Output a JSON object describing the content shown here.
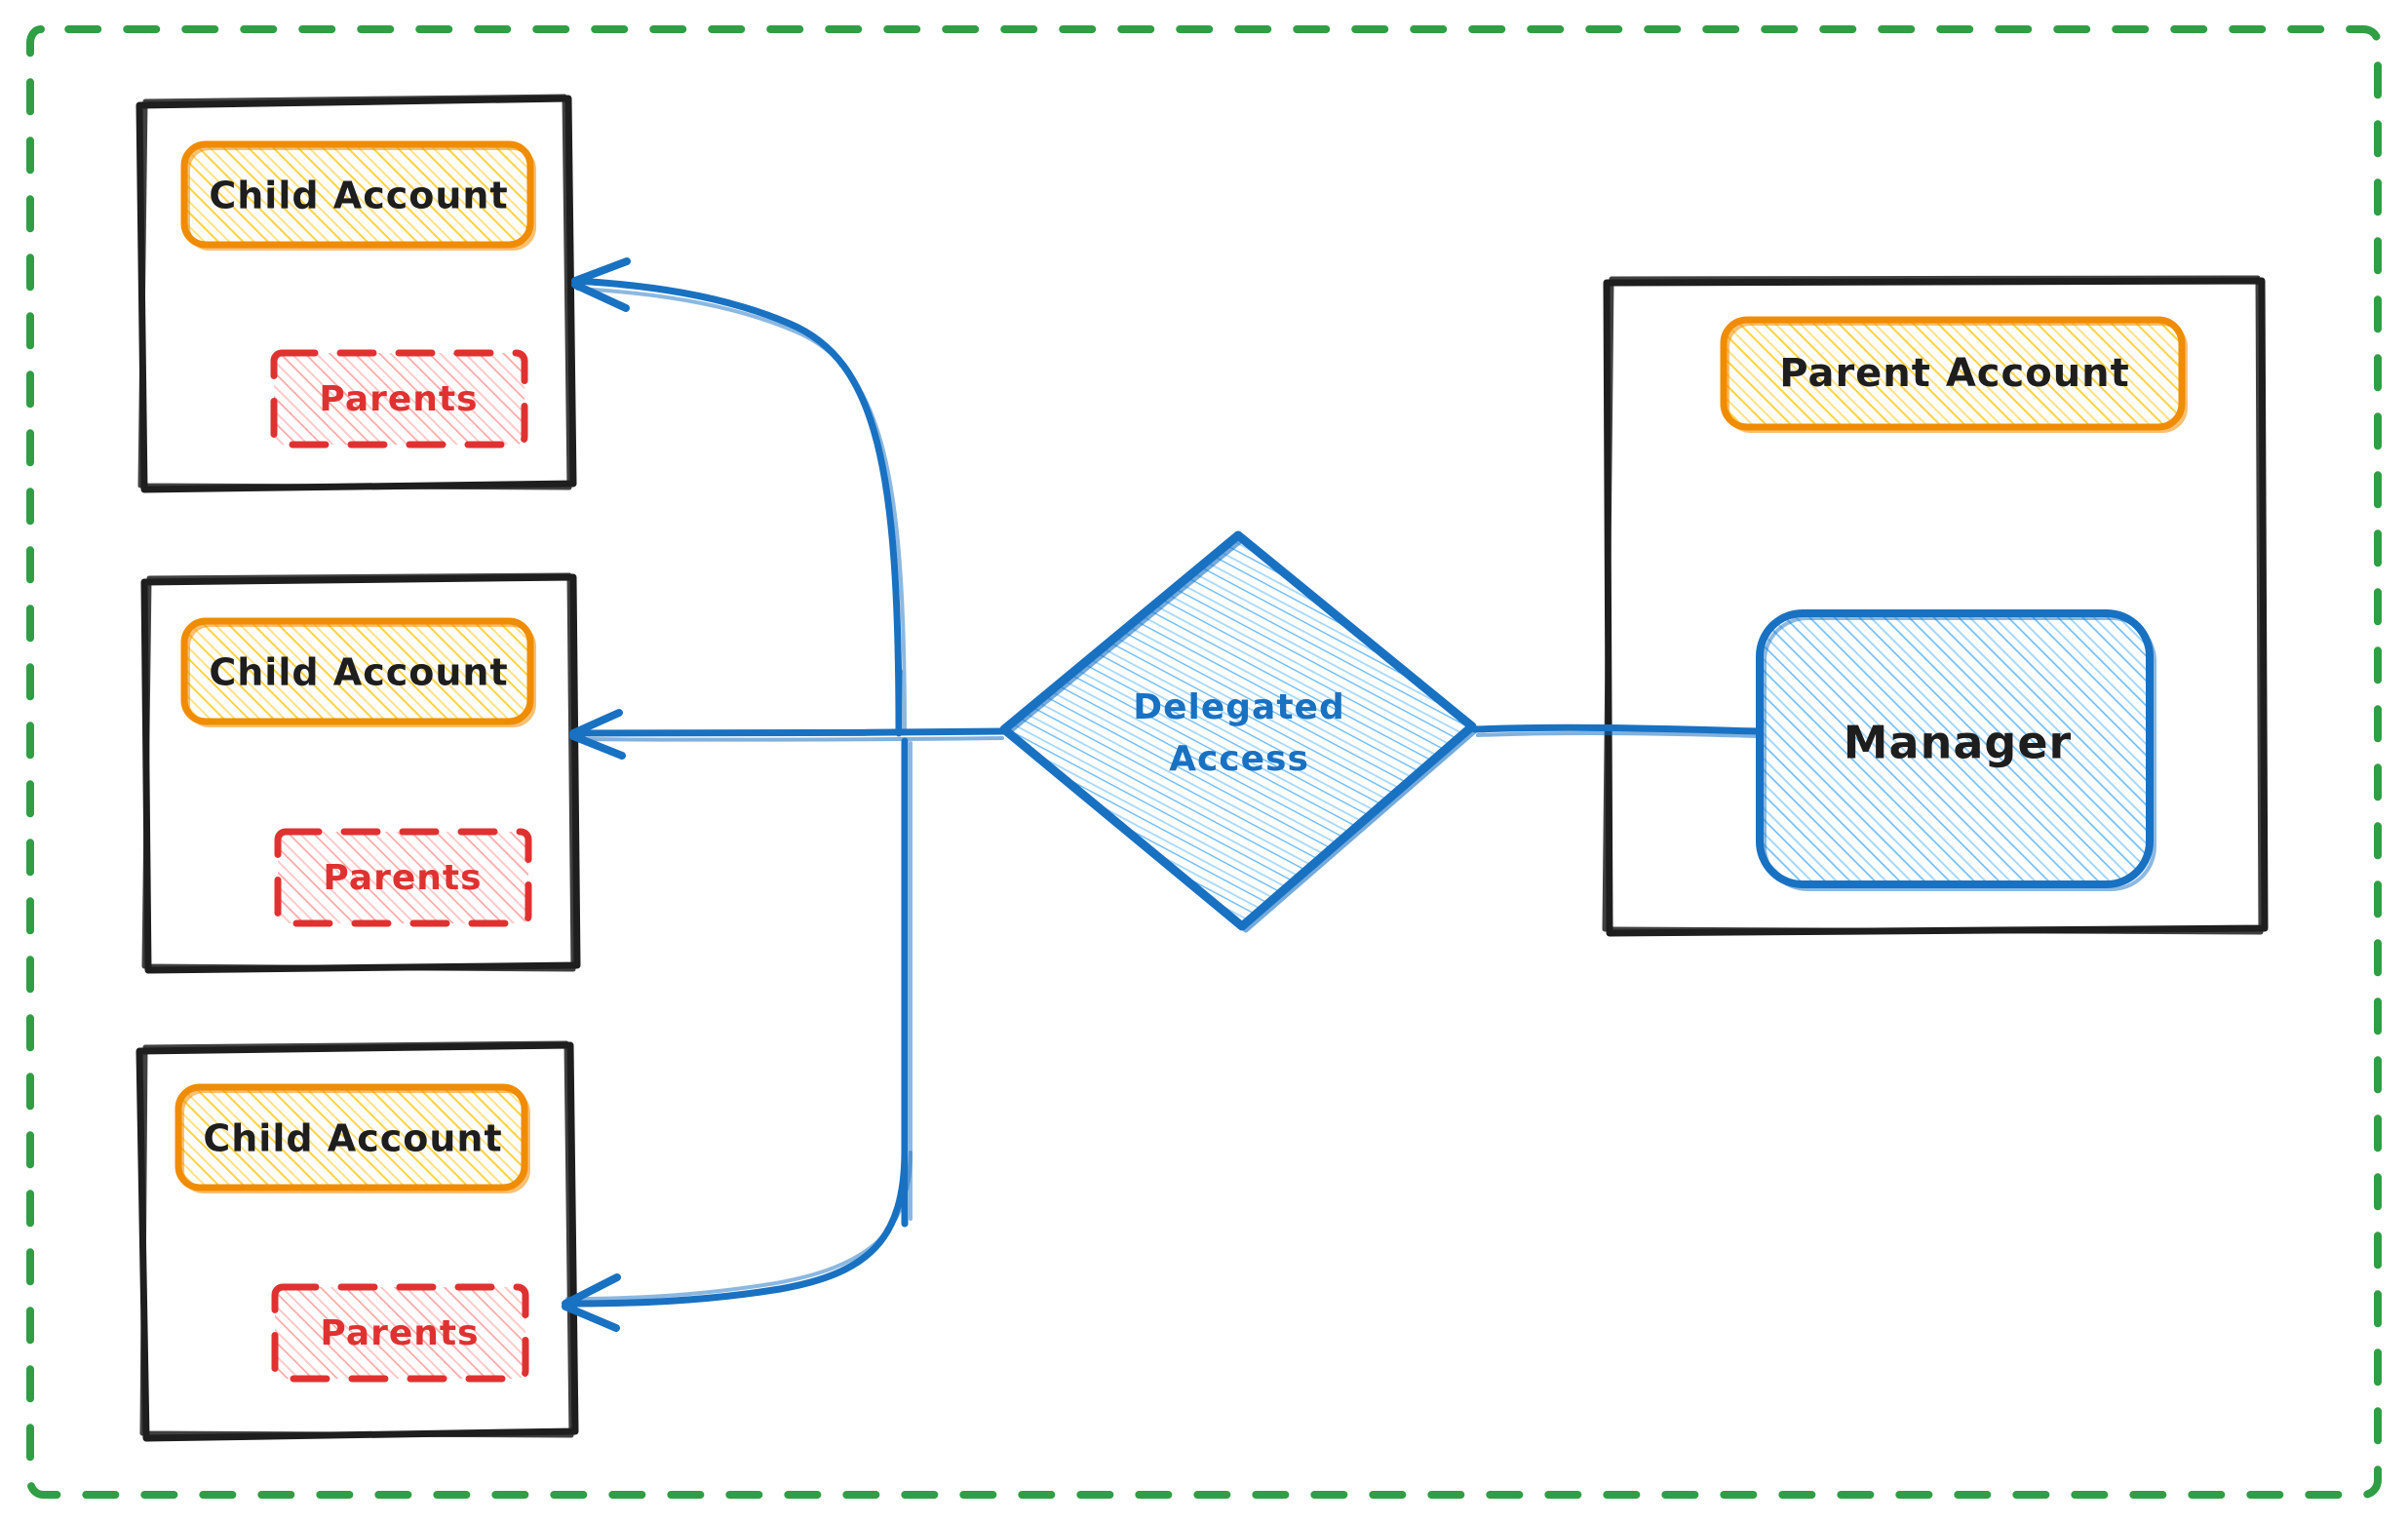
{
  "diagram": {
    "title": "Delegated Access",
    "style": "hand-drawn sketch",
    "outer_boundary": {
      "name": "organization-boundary",
      "stroke_style": "dashed",
      "color": "#2f9e44",
      "label": ""
    },
    "colors": {
      "green_dashed": "#2f9e44",
      "black_frame": "#1e1e1e",
      "orange_stroke": "#f08c00",
      "orange_fill": "#ffd43b",
      "red_stroke": "#e03131",
      "red_fill": "#ff8787",
      "blue_stroke": "#1971c2",
      "blue_fill": "#4dabf7",
      "arrow": "#1971c2",
      "background": "#ffffff"
    },
    "child_accounts": [
      {
        "container_name": "child-account-container-1",
        "account_label": "Child Account",
        "parents_label": "Parents"
      },
      {
        "container_name": "child-account-container-2",
        "account_label": "Child Account",
        "parents_label": "Parents"
      },
      {
        "container_name": "child-account-container-3",
        "account_label": "Child Account",
        "parents_label": "Parents"
      }
    ],
    "hub": {
      "name": "delegated-access-diamond",
      "label_line_1": "Delegated",
      "label_line_2": "Access"
    },
    "parent_container": {
      "container_name": "parent-account-container",
      "account_label": "Parent Account",
      "manager_label": "Manager"
    },
    "connections": [
      {
        "name": "manager-to-delegated-access",
        "from": "Manager",
        "to": "Delegated Access",
        "direction": "line"
      },
      {
        "name": "delegated-access-to-child-1",
        "from": "Delegated Access",
        "to": "Child Account 1",
        "direction": "arrow"
      },
      {
        "name": "delegated-access-to-child-2",
        "from": "Delegated Access",
        "to": "Child Account 2",
        "direction": "arrow"
      },
      {
        "name": "delegated-access-to-child-3",
        "from": "Delegated Access",
        "to": "Child Account 3",
        "direction": "arrow"
      }
    ]
  }
}
